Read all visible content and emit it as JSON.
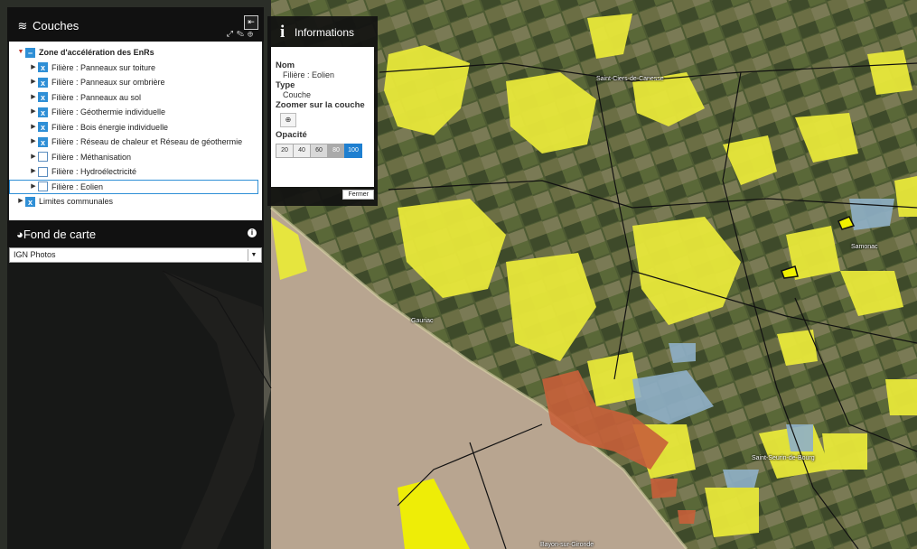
{
  "layers_panel": {
    "title": "Couches",
    "icon": "layers-icon",
    "collapse_icon": "collapse-left-icon",
    "tools": [
      "expand-icon",
      "edit-icon",
      "zoom-icon"
    ],
    "root": {
      "label": "Zone d'accélération des EnRs",
      "checked": true
    },
    "items": [
      {
        "label": "Filière : Panneaux sur toiture",
        "checked": true
      },
      {
        "label": "Filière : Panneaux sur ombrière",
        "checked": true
      },
      {
        "label": "Filière : Panneaux au sol",
        "checked": true
      },
      {
        "label": "Filière : Géothermie individuelle",
        "checked": true
      },
      {
        "label": "Filière : Bois énergie individuelle",
        "checked": true
      },
      {
        "label": "Filière : Réseau de chaleur et Réseau de géothermie",
        "checked": true
      },
      {
        "label": "Filière : Méthanisation",
        "checked": false
      },
      {
        "label": "Filière : Hydroélectricité",
        "checked": false
      },
      {
        "label": "Filière : Eolien",
        "checked": false,
        "selected": true
      }
    ],
    "other": {
      "label": "Limites communales",
      "checked": true
    }
  },
  "basemap_panel": {
    "title": "Fond de carte",
    "select_value": "IGN Photos"
  },
  "info_panel": {
    "title": "Informations",
    "name_label": "Nom",
    "name_value": "Filière : Eolien",
    "type_label": "Type",
    "type_value": "Couche",
    "zoom_label": "Zoomer sur la couche",
    "opacity_label": "Opacité",
    "opacity_options": [
      "20",
      "40",
      "60",
      "80",
      "100"
    ],
    "opacity_selected": "100",
    "close_label": "Fermer"
  },
  "map_labels": {
    "p1": "Saint-Ciers-de-Canesse",
    "p2": "Gauriac",
    "p3": "Samonac",
    "p4": "Saint-Seurin-de-Bourg",
    "p5": "Bayon-sur-Gironde"
  },
  "colors": {
    "zone_yellow": "#e8e83a",
    "zone_blue": "#8fb0c8",
    "zone_orange": "#c8603a",
    "checkbox_blue": "#2f8fd6"
  }
}
